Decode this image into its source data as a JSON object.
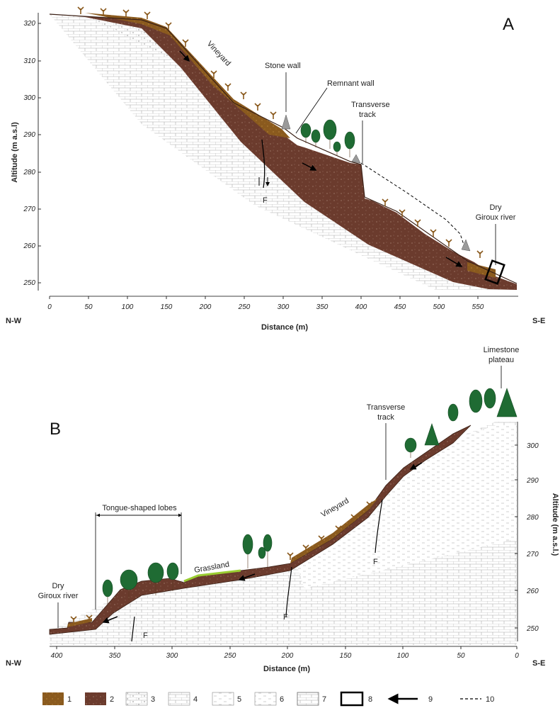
{
  "panel_a": {
    "letter": "A",
    "y_axis_label": "Altitude (m a.s.l)",
    "x_axis_label": "Distance (m)",
    "y_ticks": [
      "320",
      "310",
      "300",
      "290",
      "280",
      "270",
      "260",
      "250"
    ],
    "x_ticks": [
      "0",
      "50",
      "100",
      "150",
      "200",
      "250",
      "300",
      "350",
      "400",
      "450",
      "500",
      "550"
    ],
    "orientation_left": "N-W",
    "orientation_right": "S-E",
    "labels": {
      "vineyard": "Vineyard",
      "stone_wall": "Stone wall",
      "remnant_wall": "Remnant wall",
      "transverse_track_1": "Transverse",
      "transverse_track_2": "track",
      "dry_river_1": "Dry",
      "dry_river_2": "Giroux river",
      "fault": "F"
    }
  },
  "panel_b": {
    "letter": "B",
    "y_axis_label": "Altitude (m a.s.l.)",
    "x_axis_label": "Distance (m)",
    "y_ticks": [
      "300",
      "290",
      "280",
      "270",
      "260",
      "250"
    ],
    "x_ticks": [
      "400",
      "350",
      "300",
      "250",
      "200",
      "150",
      "100",
      "50",
      "0"
    ],
    "orientation_left": "N-W",
    "orientation_right": "S-E",
    "labels": {
      "limestone_1": "Limestone",
      "limestone_2": "plateau",
      "transverse_track_1": "Transverse",
      "transverse_track_2": "track",
      "tongue_lobes": "Tongue-shaped lobes",
      "vineyard": "Vineyard",
      "grassland": "Grassland",
      "dry_river_1": "Dry",
      "dry_river_2": "Giroux river",
      "fault": "F"
    }
  },
  "legend": {
    "items": [
      {
        "num": "1",
        "kind": "topsoil"
      },
      {
        "num": "2",
        "kind": "colluvium"
      },
      {
        "num": "3",
        "kind": "limestone-oolitic"
      },
      {
        "num": "4",
        "kind": "limestone-bedded"
      },
      {
        "num": "5",
        "kind": "marl"
      },
      {
        "num": "6",
        "kind": "marly-limestone"
      },
      {
        "num": "7",
        "kind": "limestone-massive"
      },
      {
        "num": "8",
        "kind": "box"
      },
      {
        "num": "9",
        "kind": "arrow"
      },
      {
        "num": "10",
        "kind": "dashed"
      }
    ]
  },
  "colors": {
    "topsoil": "#8a5a1e",
    "colluvium": "#6b3b2d",
    "tree": "#1f6b33",
    "grass": "#9acd32",
    "vine": "#8a5a1e",
    "rock_line": "#9a9a9a"
  }
}
